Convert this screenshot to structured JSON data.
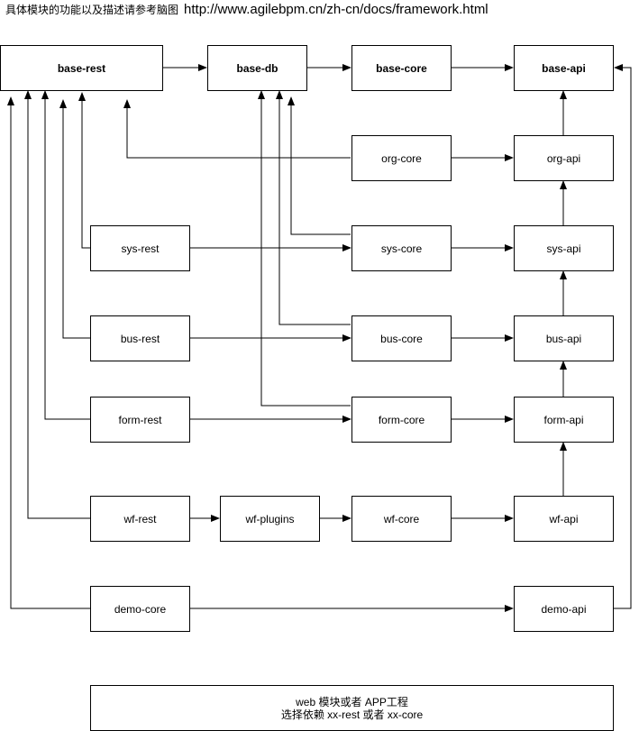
{
  "header": {
    "title": "具体模块的功能以及描述请参考脑图",
    "url": "http://www.agilebpm.cn/zh-cn/docs/framework.html"
  },
  "modules": {
    "base_rest": "base-rest",
    "base_db": "base-db",
    "base_core": "base-core",
    "base_api": "base-api",
    "org_core": "org-core",
    "org_api": "org-api",
    "sys_rest": "sys-rest",
    "sys_core": "sys-core",
    "sys_api": "sys-api",
    "bus_rest": "bus-rest",
    "bus_core": "bus-core",
    "bus_api": "bus-api",
    "form_rest": "form-rest",
    "form_core": "form-core",
    "form_api": "form-api",
    "wf_rest": "wf-rest",
    "wf_plugins": "wf-plugins",
    "wf_core": "wf-core",
    "wf_api": "wf-api",
    "demo_core": "demo-core",
    "demo_api": "demo-api"
  },
  "note": {
    "line1": "web 模块或者 APP工程",
    "line2": "选择依赖 xx-rest 或者 xx-core"
  },
  "colors": {
    "line": "#000000",
    "box_border": "#000000",
    "background": "#ffffff"
  }
}
